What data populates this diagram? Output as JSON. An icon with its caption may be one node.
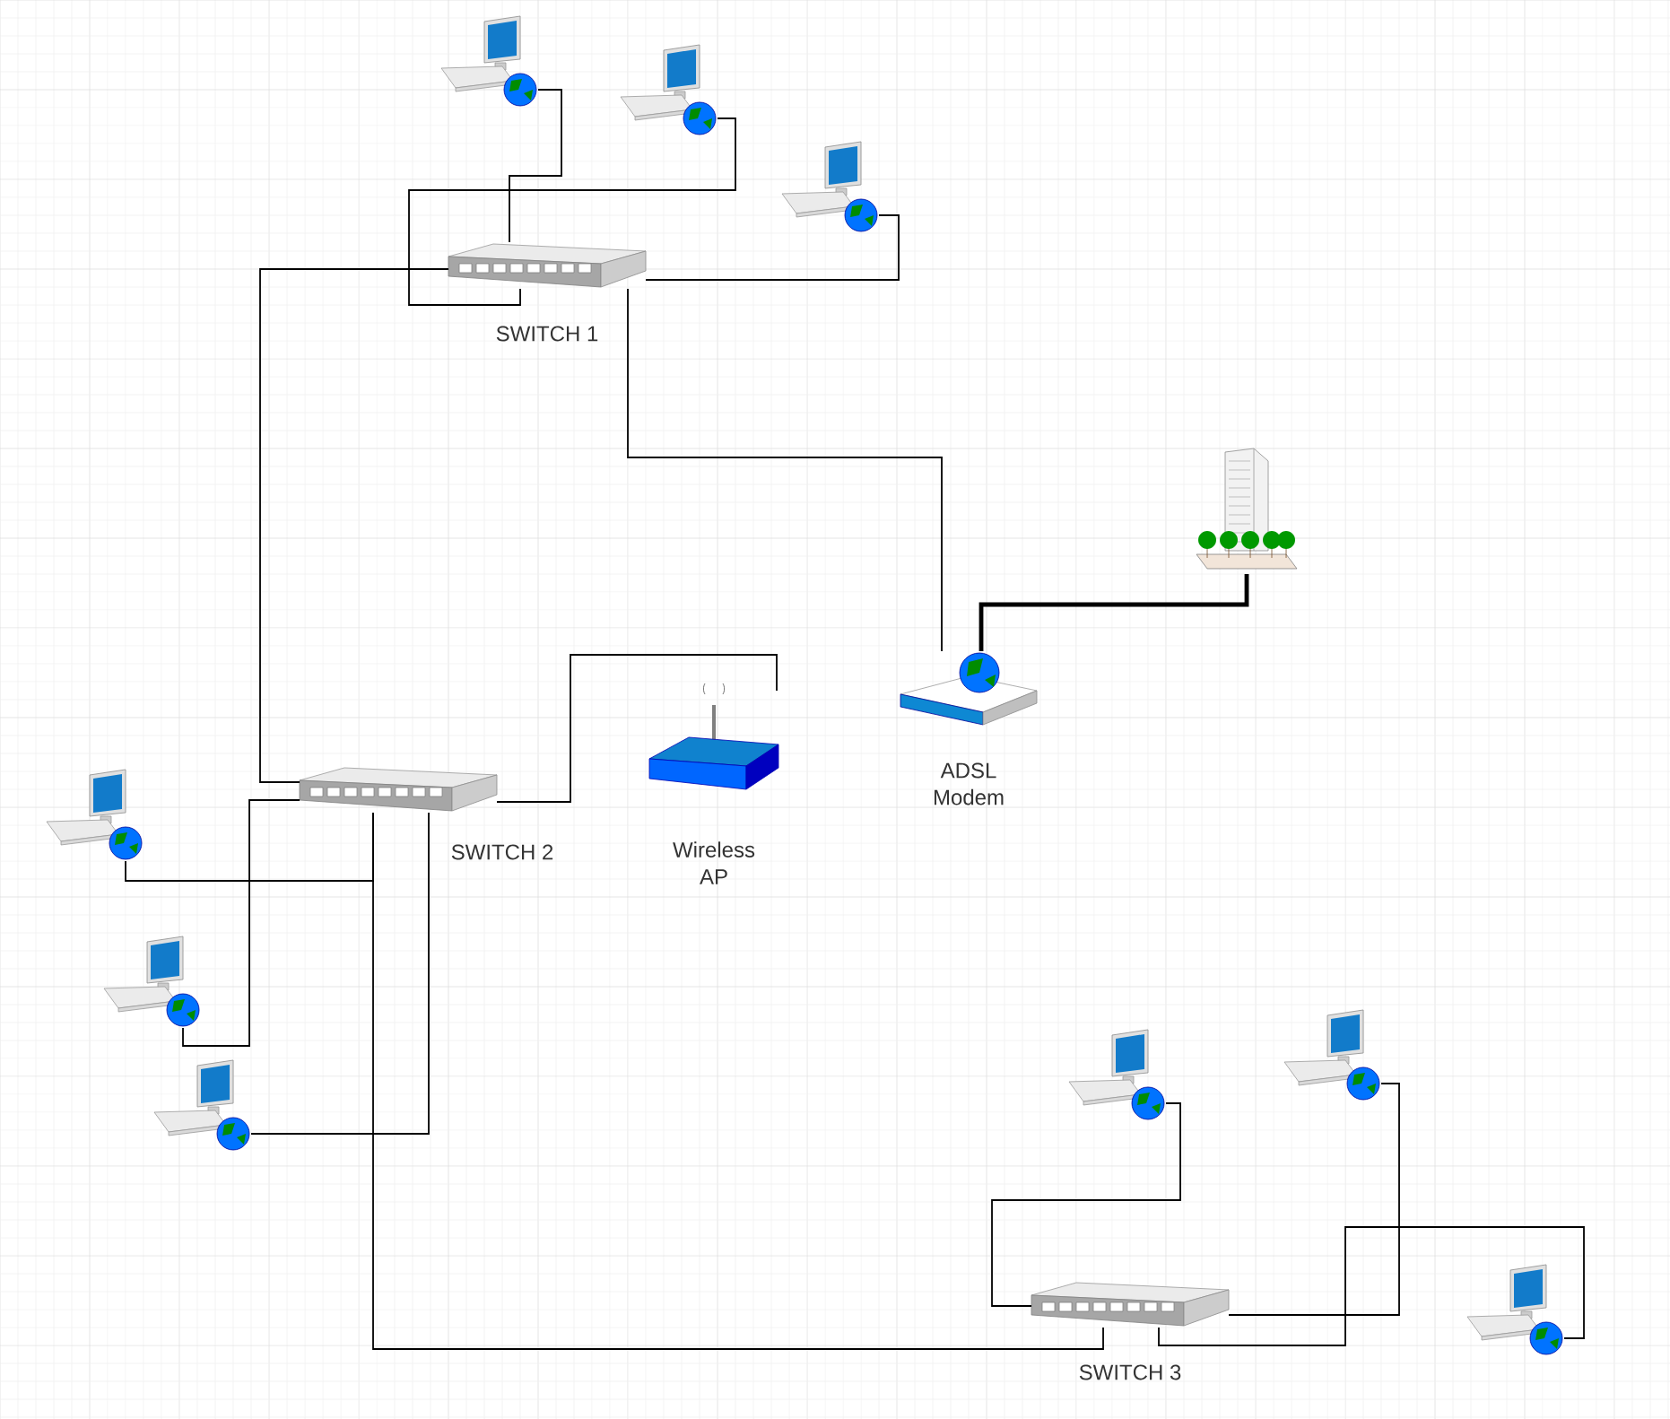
{
  "diagram": {
    "nodes": [
      {
        "text": [],
        "shape": "picture"
      },
      {
        "text": [],
        "shape": "picture"
      },
      {
        "text": [],
        "shape": "picture"
      },
      {
        "text": [
          "SWITCH 1"
        ]
      },
      {
        "text": [],
        "shape": "picture"
      },
      {
        "text": [
          "ADSL Modem"
        ]
      },
      {
        "text": [
          "Wireless AP"
        ]
      },
      {
        "text": [
          "SWITCH 2"
        ]
      },
      {
        "text": [],
        "shape": "picture"
      },
      {
        "text": [],
        "shape": "picture"
      },
      {
        "text": [],
        "shape": "picture"
      },
      {
        "text": [],
        "shape": "picture"
      },
      {
        "text": [],
        "shape": "picture"
      },
      {
        "text": [
          "SWITCH 3"
        ]
      },
      {
        "text": [],
        "shape": "picture"
      }
    ],
    "edges": [
      {
        "from": 0,
        "to": 3,
        "arrow": "none"
      },
      {
        "from": 1,
        "to": 3,
        "arrow": "none"
      },
      {
        "from": 2,
        "to": 3,
        "arrow": "none"
      },
      {
        "from": 3,
        "to": 5,
        "arrow": "none"
      },
      {
        "from": 3,
        "to": 7,
        "arrow": "none"
      },
      {
        "from": 4,
        "to": 5,
        "arrow": "none",
        "style": "thick"
      },
      {
        "from": 7,
        "to": 6,
        "arrow": "none"
      },
      {
        "from": 8,
        "to": 7,
        "arrow": "none"
      },
      {
        "from": 9,
        "to": 7,
        "arrow": "none"
      },
      {
        "from": 10,
        "to": 7,
        "arrow": "none"
      },
      {
        "from": 7,
        "to": 13,
        "arrow": "none"
      },
      {
        "from": 11,
        "to": 13,
        "arrow": "none"
      },
      {
        "from": 12,
        "to": 13,
        "arrow": "none"
      },
      {
        "from": 14,
        "to": 13,
        "arrow": "none"
      }
    ]
  }
}
